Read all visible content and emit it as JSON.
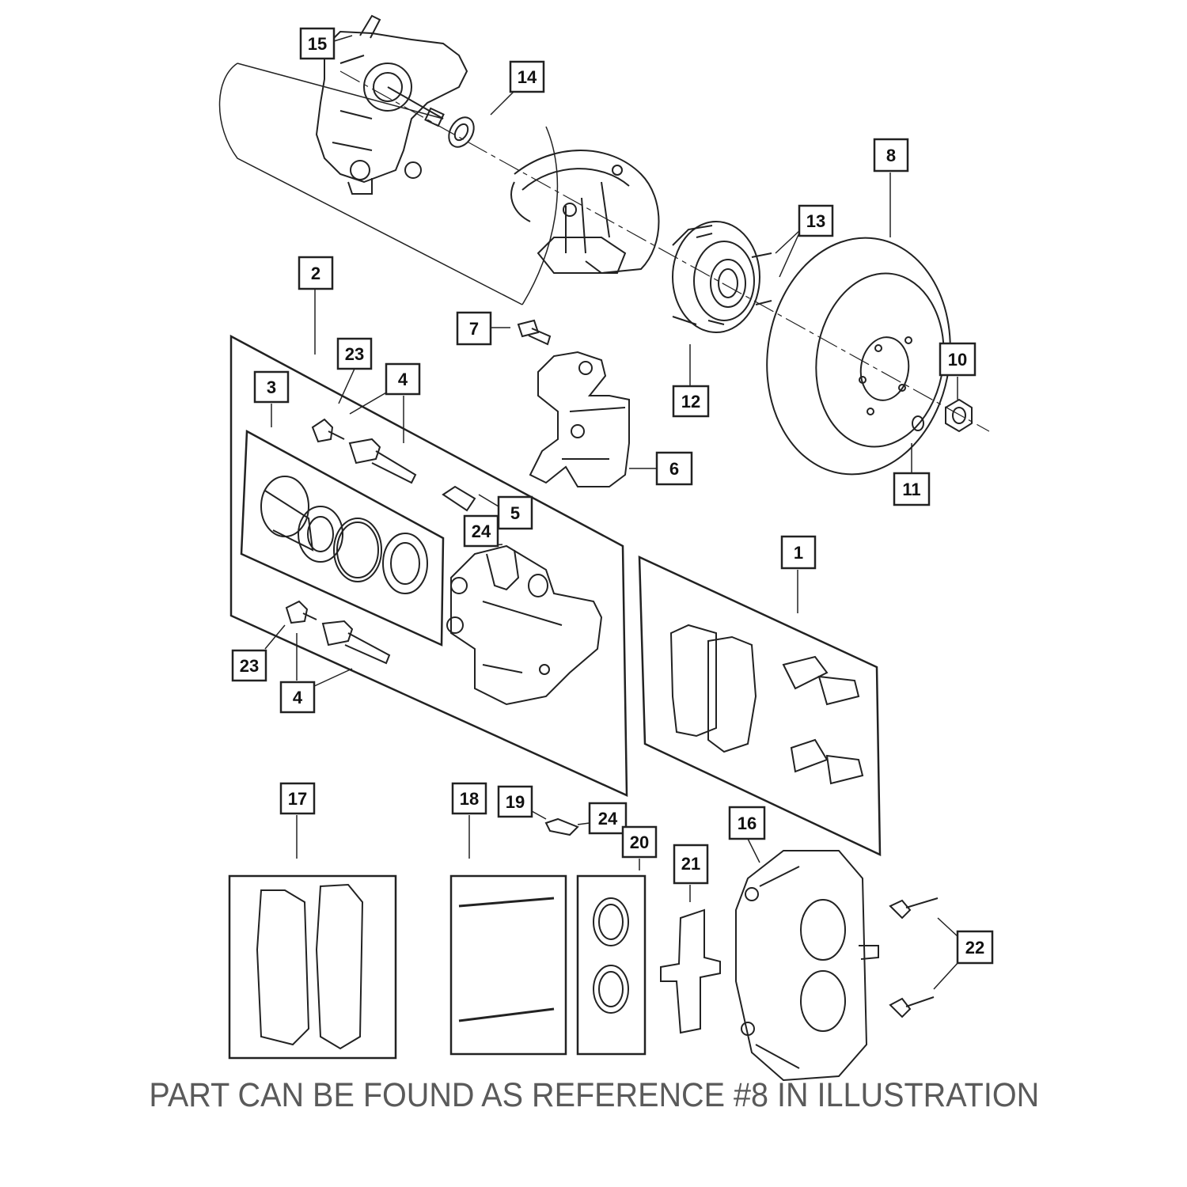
{
  "diagram": {
    "callouts": {
      "c1": "1",
      "c2": "2",
      "c3": "3",
      "c4a": "4",
      "c4b": "4",
      "c5": "5",
      "c6": "6",
      "c7": "7",
      "c8": "8",
      "c10": "10",
      "c11": "11",
      "c12": "12",
      "c13": "13",
      "c14": "14",
      "c15": "15",
      "c16": "16",
      "c17": "17",
      "c18": "18",
      "c19": "19",
      "c20": "20",
      "c21": "21",
      "c22": "22",
      "c23a": "23",
      "c23b": "23",
      "c24a": "24",
      "c24b": "24"
    },
    "caption": "PART CAN BE FOUND AS REFERENCE #8 IN ILLUSTRATION"
  }
}
